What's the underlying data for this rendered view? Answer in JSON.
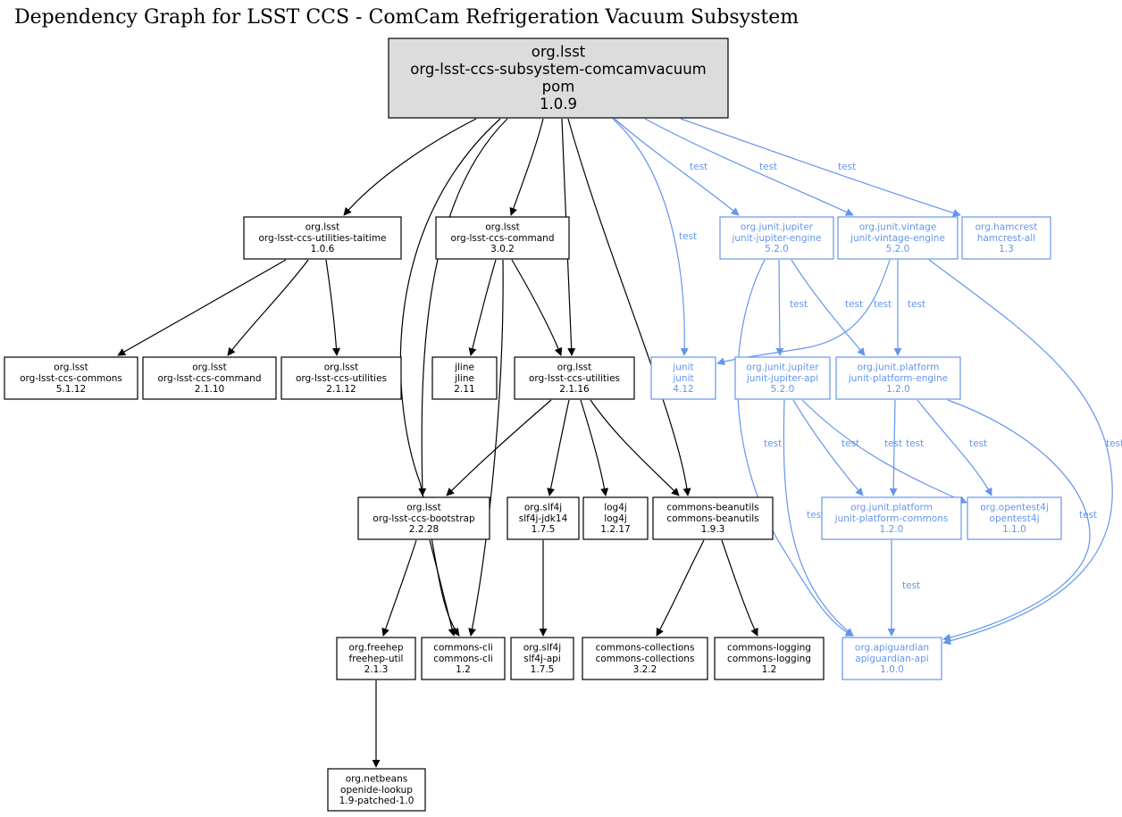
{
  "title": "Dependency Graph for LSST CCS - ComCam Refrigeration Vacuum Subsystem",
  "colors": {
    "compile": "#000000",
    "test": "#6495ed",
    "root_fill": "#dcdcdc",
    "node_fill": "#ffffff"
  },
  "nodes": [
    {
      "id": "root",
      "lines": [
        "org.lsst",
        "org-lsst-ccs-subsystem-comcamvacuum",
        "pom",
        "1.0.9"
      ],
      "scope": "root"
    },
    {
      "id": "taitime",
      "lines": [
        "org.lsst",
        "org-lsst-ccs-utilities-taitime",
        "1.0.6"
      ],
      "scope": "compile"
    },
    {
      "id": "command302",
      "lines": [
        "org.lsst",
        "org-lsst-ccs-command",
        "3.0.2"
      ],
      "scope": "compile"
    },
    {
      "id": "jupiter-engine",
      "lines": [
        "org.junit.jupiter",
        "junit-jupiter-engine",
        "5.2.0"
      ],
      "scope": "test"
    },
    {
      "id": "vintage-engine",
      "lines": [
        "org.junit.vintage",
        "junit-vintage-engine",
        "5.2.0"
      ],
      "scope": "test"
    },
    {
      "id": "hamcrest",
      "lines": [
        "org.hamcrest",
        "hamcrest-all",
        "1.3"
      ],
      "scope": "test"
    },
    {
      "id": "commons5112",
      "lines": [
        "org.lsst",
        "org-lsst-ccs-commons",
        "5.1.12"
      ],
      "scope": "compile"
    },
    {
      "id": "command2110",
      "lines": [
        "org.lsst",
        "org-lsst-ccs-command",
        "2.1.10"
      ],
      "scope": "compile"
    },
    {
      "id": "utilities2112",
      "lines": [
        "org.lsst",
        "org-lsst-ccs-utilities",
        "2.1.12"
      ],
      "scope": "compile"
    },
    {
      "id": "jline",
      "lines": [
        "jline",
        "jline",
        "2.11"
      ],
      "scope": "compile"
    },
    {
      "id": "utilities2116",
      "lines": [
        "org.lsst",
        "org-lsst-ccs-utilities",
        "2.1.16"
      ],
      "scope": "compile"
    },
    {
      "id": "junit",
      "lines": [
        "junit",
        "junit",
        "4.12"
      ],
      "scope": "test"
    },
    {
      "id": "jupiter-api",
      "lines": [
        "org.junit.jupiter",
        "junit-jupiter-api",
        "5.2.0"
      ],
      "scope": "test"
    },
    {
      "id": "platform-engine",
      "lines": [
        "org.junit.platform",
        "junit-platform-engine",
        "1.2.0"
      ],
      "scope": "test"
    },
    {
      "id": "bootstrap",
      "lines": [
        "org.lsst",
        "org-lsst-ccs-bootstrap",
        "2.2.28"
      ],
      "scope": "compile"
    },
    {
      "id": "slf4j-jdk14",
      "lines": [
        "org.slf4j",
        "slf4j-jdk14",
        "1.7.5"
      ],
      "scope": "compile"
    },
    {
      "id": "log4j",
      "lines": [
        "log4j",
        "log4j",
        "1.2.17"
      ],
      "scope": "compile"
    },
    {
      "id": "beanutils",
      "lines": [
        "commons-beanutils",
        "commons-beanutils",
        "1.9.3"
      ],
      "scope": "compile"
    },
    {
      "id": "platform-commons",
      "lines": [
        "org.junit.platform",
        "junit-platform-commons",
        "1.2.0"
      ],
      "scope": "test"
    },
    {
      "id": "opentest4j",
      "lines": [
        "org.opentest4j",
        "opentest4j",
        "1.1.0"
      ],
      "scope": "test"
    },
    {
      "id": "freehep",
      "lines": [
        "org.freehep",
        "freehep-util",
        "2.1.3"
      ],
      "scope": "compile"
    },
    {
      "id": "commons-cli",
      "lines": [
        "commons-cli",
        "commons-cli",
        "1.2"
      ],
      "scope": "compile"
    },
    {
      "id": "slf4j-api",
      "lines": [
        "org.slf4j",
        "slf4j-api",
        "1.7.5"
      ],
      "scope": "compile"
    },
    {
      "id": "collections",
      "lines": [
        "commons-collections",
        "commons-collections",
        "3.2.2"
      ],
      "scope": "compile"
    },
    {
      "id": "logging",
      "lines": [
        "commons-logging",
        "commons-logging",
        "1.2"
      ],
      "scope": "compile"
    },
    {
      "id": "apiguardian",
      "lines": [
        "org.apiguardian",
        "apiguardian-api",
        "1.0.0"
      ],
      "scope": "test"
    },
    {
      "id": "openide",
      "lines": [
        "org.netbeans",
        "openide-lookup",
        "1.9-patched-1.0"
      ],
      "scope": "compile"
    }
  ],
  "edges": [
    {
      "from": "root",
      "to": "taitime",
      "scope": "compile",
      "label": ""
    },
    {
      "from": "root",
      "to": "command302",
      "scope": "compile",
      "label": ""
    },
    {
      "from": "root",
      "to": "utilities2116",
      "scope": "compile",
      "label": ""
    },
    {
      "from": "root",
      "to": "bootstrap",
      "scope": "compile",
      "label": ""
    },
    {
      "from": "root",
      "to": "commons-cli",
      "scope": "compile",
      "label": ""
    },
    {
      "from": "root",
      "to": "beanutils",
      "scope": "compile",
      "label": ""
    },
    {
      "from": "root",
      "to": "junit",
      "scope": "test",
      "label": "test"
    },
    {
      "from": "root",
      "to": "jupiter-engine",
      "scope": "test",
      "label": "test"
    },
    {
      "from": "root",
      "to": "vintage-engine",
      "scope": "test",
      "label": "test"
    },
    {
      "from": "root",
      "to": "hamcrest",
      "scope": "test",
      "label": "test"
    },
    {
      "from": "taitime",
      "to": "commons5112",
      "scope": "compile",
      "label": ""
    },
    {
      "from": "taitime",
      "to": "command2110",
      "scope": "compile",
      "label": ""
    },
    {
      "from": "taitime",
      "to": "utilities2112",
      "scope": "compile",
      "label": ""
    },
    {
      "from": "command302",
      "to": "jline",
      "scope": "compile",
      "label": ""
    },
    {
      "from": "command302",
      "to": "utilities2116",
      "scope": "compile",
      "label": ""
    },
    {
      "from": "command302",
      "to": "commons-cli",
      "scope": "compile",
      "label": ""
    },
    {
      "from": "utilities2116",
      "to": "bootstrap",
      "scope": "compile",
      "label": ""
    },
    {
      "from": "utilities2116",
      "to": "slf4j-jdk14",
      "scope": "compile",
      "label": ""
    },
    {
      "from": "utilities2116",
      "to": "log4j",
      "scope": "compile",
      "label": ""
    },
    {
      "from": "utilities2116",
      "to": "beanutils",
      "scope": "compile",
      "label": ""
    },
    {
      "from": "bootstrap",
      "to": "freehep",
      "scope": "compile",
      "label": ""
    },
    {
      "from": "bootstrap",
      "to": "commons-cli",
      "scope": "compile",
      "label": ""
    },
    {
      "from": "slf4j-jdk14",
      "to": "slf4j-api",
      "scope": "compile",
      "label": ""
    },
    {
      "from": "beanutils",
      "to": "collections",
      "scope": "compile",
      "label": ""
    },
    {
      "from": "beanutils",
      "to": "logging",
      "scope": "compile",
      "label": ""
    },
    {
      "from": "freehep",
      "to": "openide",
      "scope": "compile",
      "label": ""
    },
    {
      "from": "jupiter-engine",
      "to": "jupiter-api",
      "scope": "test",
      "label": "test"
    },
    {
      "from": "jupiter-engine",
      "to": "platform-engine",
      "scope": "test",
      "label": "test"
    },
    {
      "from": "jupiter-engine",
      "to": "apiguardian",
      "scope": "test",
      "label": "test"
    },
    {
      "from": "vintage-engine",
      "to": "junit",
      "scope": "test",
      "label": "test"
    },
    {
      "from": "vintage-engine",
      "to": "platform-engine",
      "scope": "test",
      "label": "test"
    },
    {
      "from": "vintage-engine",
      "to": "apiguardian",
      "scope": "test",
      "label": "test"
    },
    {
      "from": "jupiter-api",
      "to": "platform-commons",
      "scope": "test",
      "label": "test"
    },
    {
      "from": "jupiter-api",
      "to": "opentest4j",
      "scope": "test",
      "label": "test"
    },
    {
      "from": "jupiter-api",
      "to": "apiguardian",
      "scope": "test",
      "label": "test"
    },
    {
      "from": "platform-engine",
      "to": "platform-commons",
      "scope": "test",
      "label": "test"
    },
    {
      "from": "platform-engine",
      "to": "opentest4j",
      "scope": "test",
      "label": "test"
    },
    {
      "from": "platform-engine",
      "to": "apiguardian",
      "scope": "test",
      "label": "test"
    },
    {
      "from": "platform-commons",
      "to": "apiguardian",
      "scope": "test",
      "label": "test"
    }
  ]
}
